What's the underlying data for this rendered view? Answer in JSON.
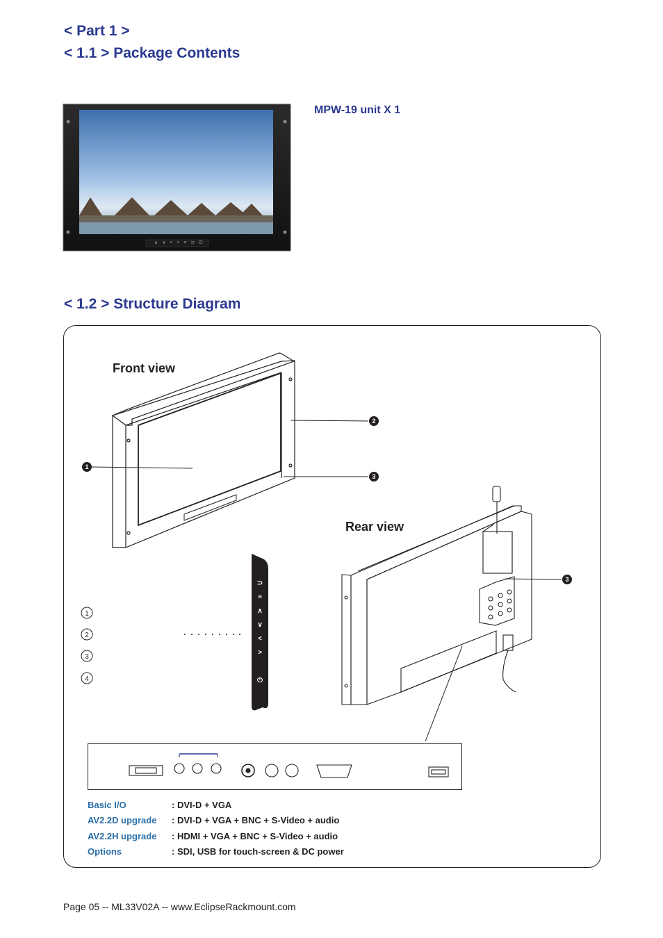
{
  "headings": {
    "part": "< Part 1 >",
    "package": "< 1.1 > Package Contents",
    "structure": "< 1.2 > Structure Diagram"
  },
  "package": {
    "item": "MPW-19 unit  X 1",
    "keypad_symbols": [
      "∧",
      "∨",
      "<",
      ">",
      "≡",
      "⊃",
      "⏻"
    ]
  },
  "diagram": {
    "front_view_label": "Front view",
    "rear_view_label": "Rear view",
    "callouts": [
      "1",
      "2",
      "3"
    ],
    "legend_numbers": [
      "1",
      "2",
      "3",
      "4"
    ],
    "keypad_symbols": [
      "⊃",
      "≡",
      "∧",
      "∨",
      "<",
      ">",
      "⏻"
    ]
  },
  "specs": [
    {
      "key": "Basic I/O",
      "value": ": DVI-D  +  VGA"
    },
    {
      "key": "AV2.2D upgrade",
      "value": ": DVI-D  +  VGA  +  BNC  +  S-Video  +  audio"
    },
    {
      "key": "AV2.2H upgrade",
      "value": ": HDMI  +  VGA  +  BNC  +  S-Video  +  audio"
    },
    {
      "key": "Options",
      "value": ": SDI, USB for touch-screen  &  DC power"
    }
  ],
  "footer": "Page 05 -- ML33V02A -- www.EclipseRackmount.com",
  "colors": {
    "heading": "#2b3990",
    "spec_key": "#2b6fa8",
    "text": "#231f20"
  }
}
